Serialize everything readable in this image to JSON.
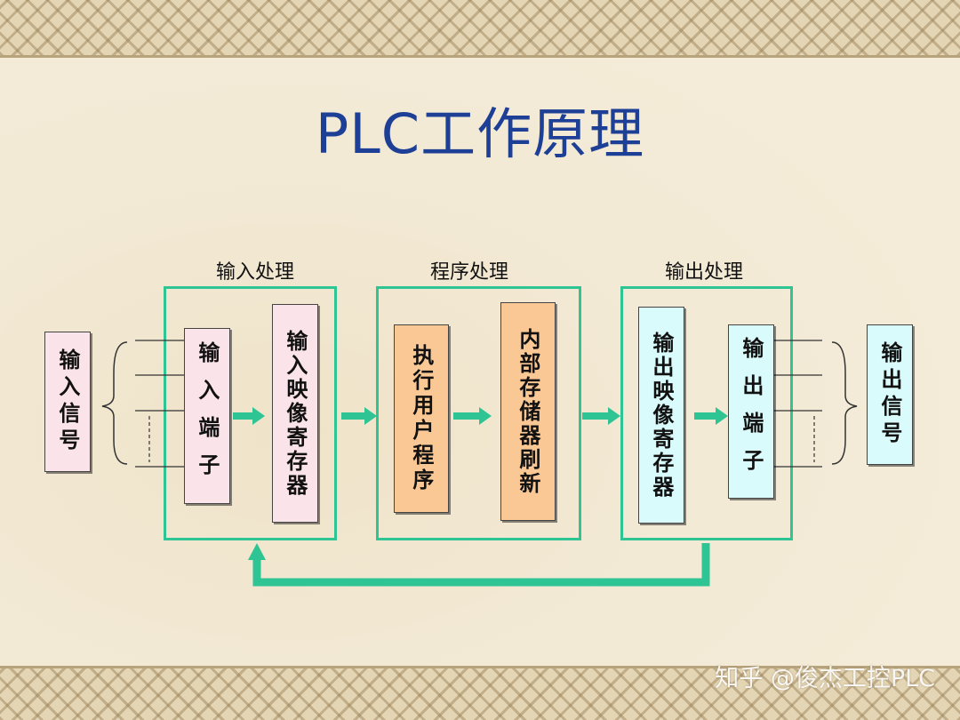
{
  "title": "PLC工作原理",
  "sections": {
    "input_processing": "输入处理",
    "program_processing": "程序处理",
    "output_processing": "输出处理"
  },
  "boxes": {
    "input_signal": "输入信号",
    "input_terminal": "输入端子",
    "input_image_register": "输入映像寄存器",
    "execute_user_program": "执行用户程序",
    "internal_storage_refresh": "内部存储器刷新",
    "output_image_register": "输出映像寄存器",
    "output_terminal": "输出端子",
    "output_signal": "输出信号"
  },
  "colors": {
    "title": "#1d3f95",
    "frame": "#2fc494",
    "arrow": "#2fc494",
    "input_fill": "#fbe3ea",
    "program_fill": "#f9c895",
    "output_fill": "#d9fbfb"
  },
  "watermark": "知乎 @俊杰工控PLC"
}
